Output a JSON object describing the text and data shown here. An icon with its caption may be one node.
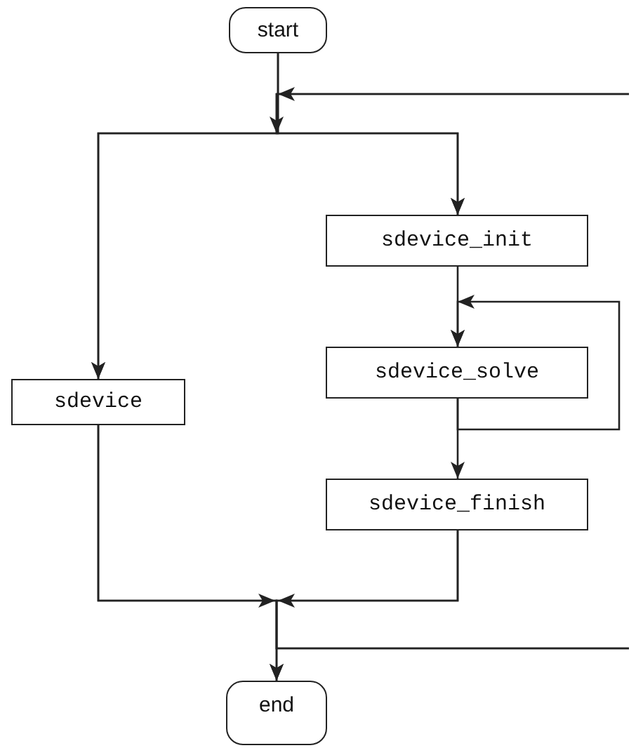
{
  "diagram": {
    "nodes": [
      {
        "text": [
          "start"
        ]
      },
      {
        "text": [
          "sdevice"
        ]
      },
      {
        "text": [
          "sdevice_init"
        ]
      },
      {
        "text": [
          "sdevice_solve"
        ]
      },
      {
        "text": [
          "sdevice_finish"
        ]
      },
      {
        "text": [
          "end"
        ]
      }
    ],
    "edges": [
      {
        "from": 0,
        "to": 1,
        "arrow": "to"
      },
      {
        "from": 0,
        "to": 2,
        "arrow": "to"
      },
      {
        "from": 2,
        "to": 3,
        "arrow": "to"
      },
      {
        "from": 3,
        "to": 3,
        "arrow": "to"
      },
      {
        "from": 3,
        "to": 4,
        "arrow": "to"
      },
      {
        "from": 1,
        "to": 5,
        "arrow": "to"
      },
      {
        "from": 4,
        "to": 5,
        "arrow": "to"
      },
      {
        "from": null,
        "to": 1,
        "arrow": "to"
      },
      {
        "from": null,
        "to": 2,
        "arrow": "to"
      },
      {
        "from": 1,
        "to": null,
        "arrow": "none"
      },
      {
        "from": 4,
        "to": null,
        "arrow": "none"
      }
    ]
  }
}
